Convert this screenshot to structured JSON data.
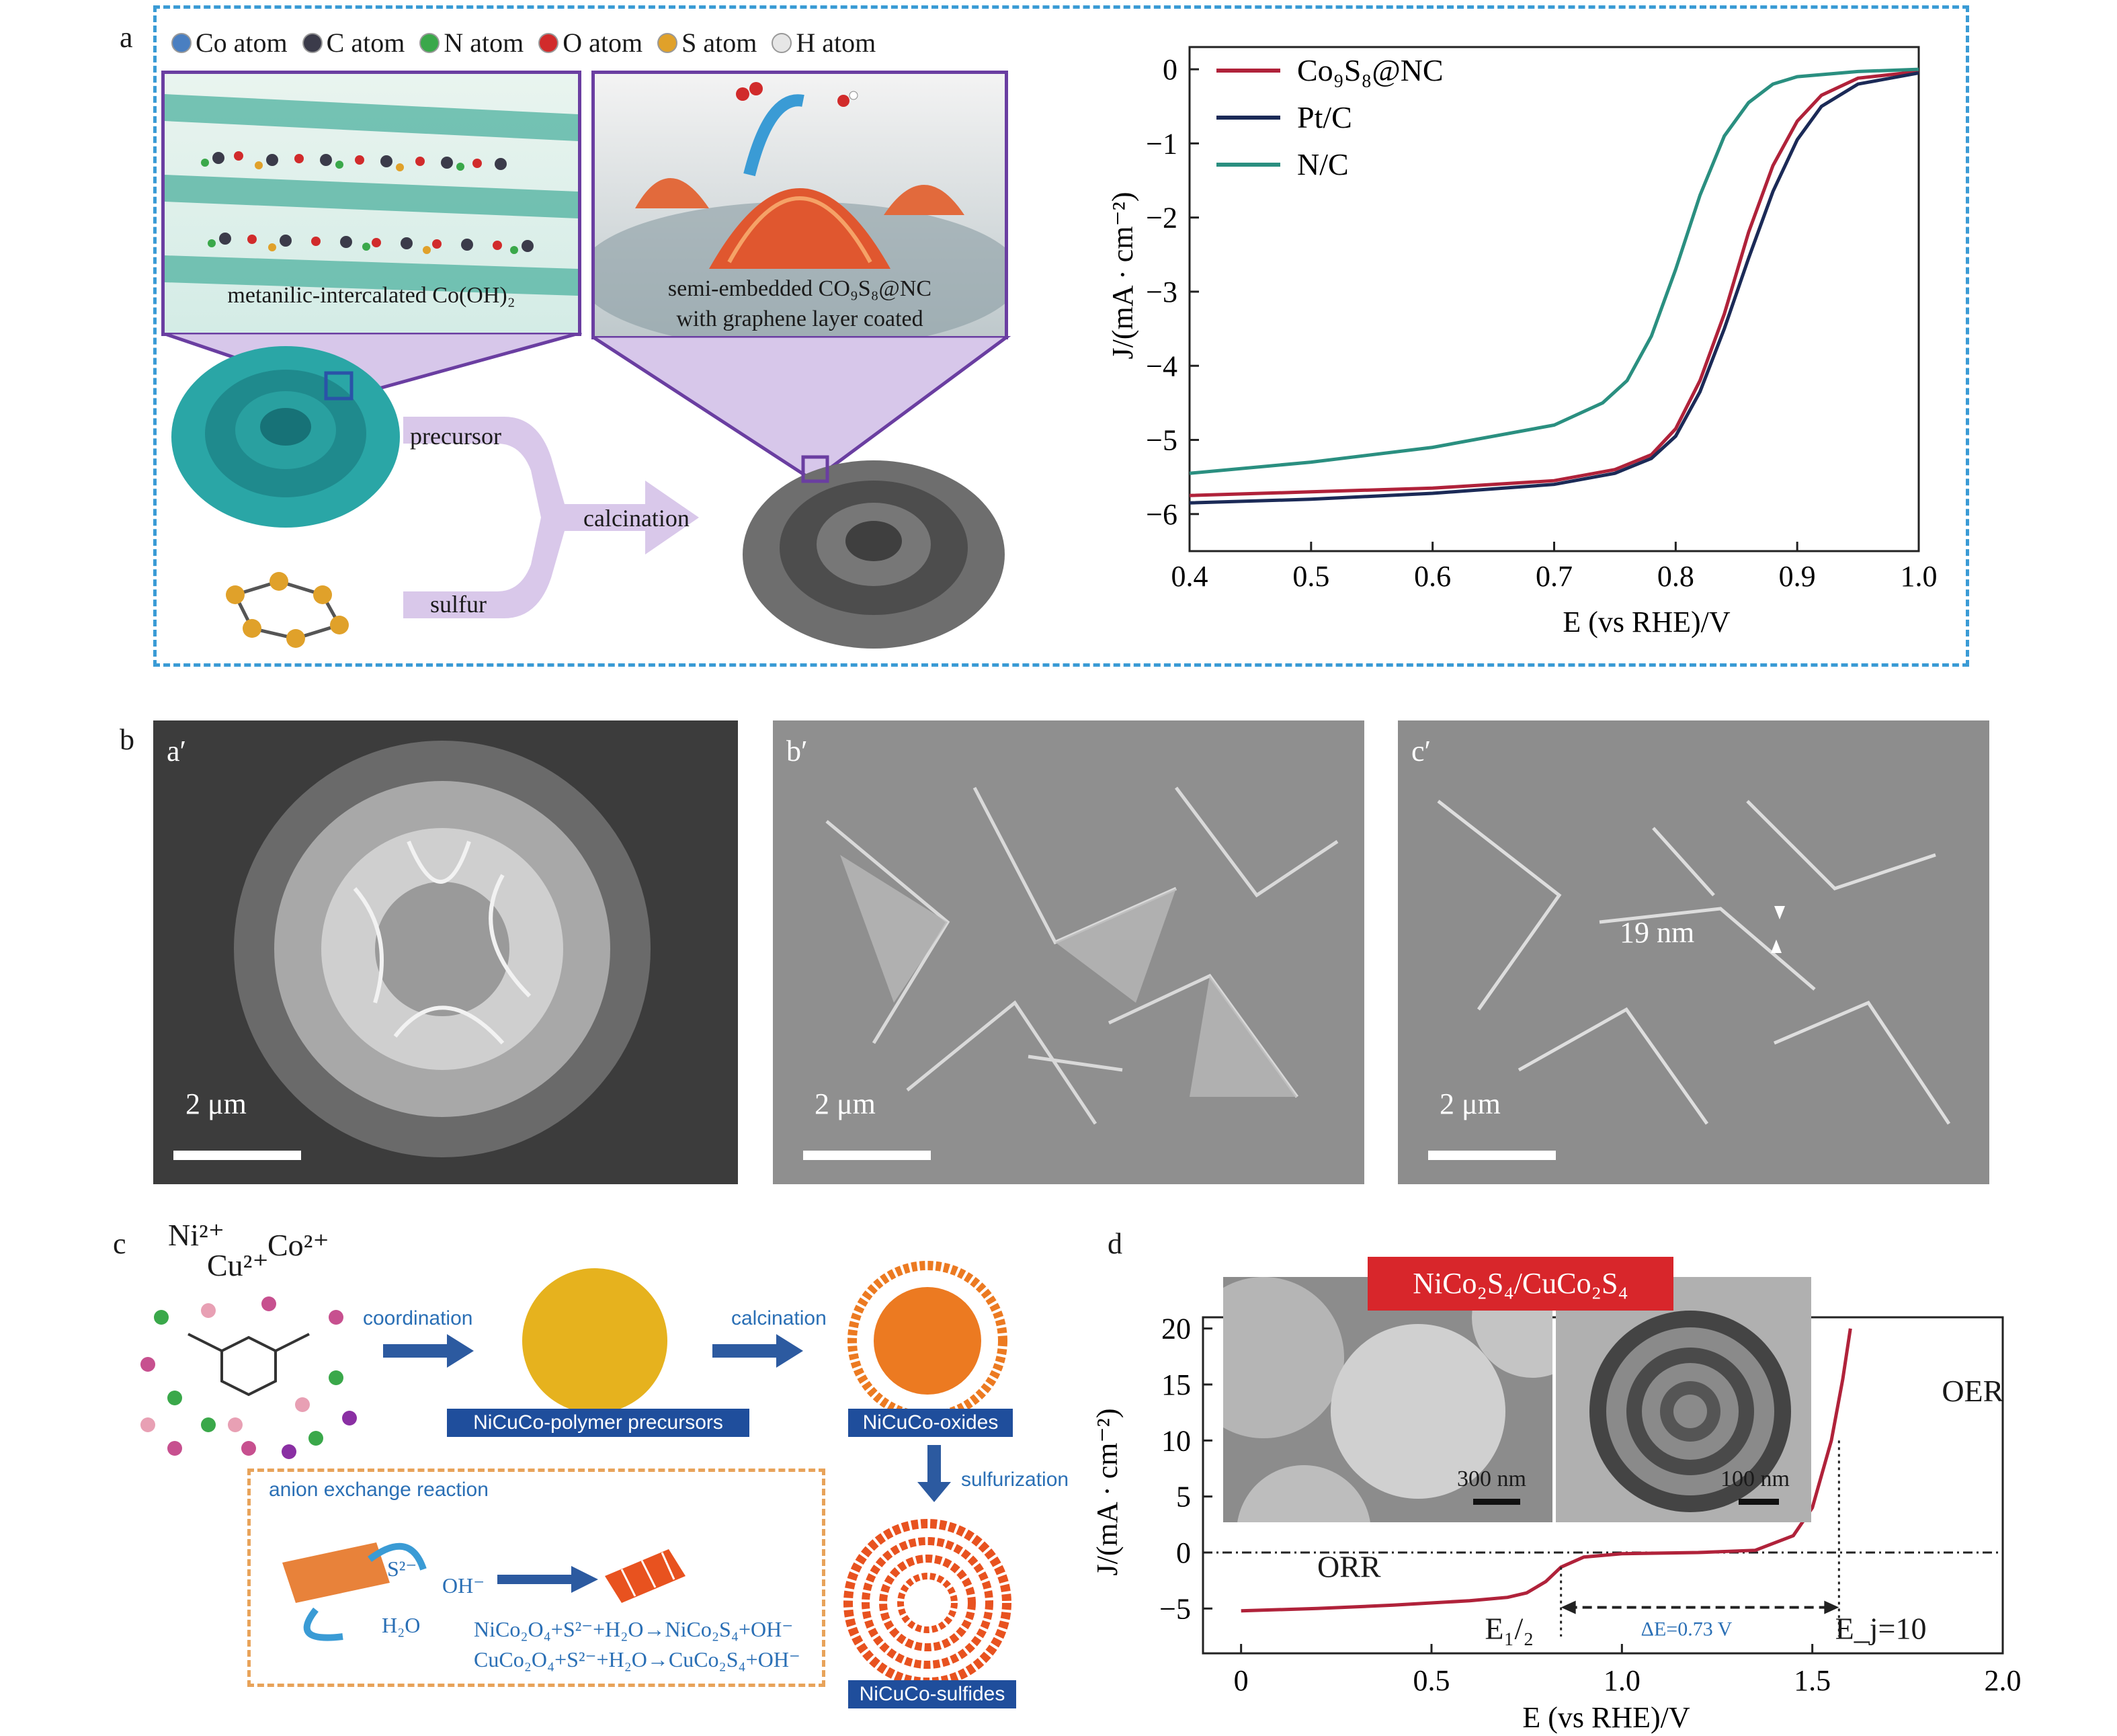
{
  "panels": {
    "a": "a",
    "b": "b",
    "c": "c",
    "d": "d"
  },
  "panel_a": {
    "atom_legend": [
      {
        "label": "Co atom",
        "color": "#4a7fc1"
      },
      {
        "label": "C atom",
        "color": "#3b3b4a"
      },
      {
        "label": "N atom",
        "color": "#3aa84a"
      },
      {
        "label": "O atom",
        "color": "#d12b2b"
      },
      {
        "label": "S atom",
        "color": "#e0a12a"
      },
      {
        "label": "H atom",
        "color": "#e6e6e6"
      }
    ],
    "caption_left": "metanilic-intercalated Co(OH)₂",
    "caption_right_1": "semi-embedded CO₉S₈@NC",
    "caption_right_2": "with graphene layer coated",
    "flow_precursor": "precursor",
    "flow_calcination": "calcination",
    "flow_sulfur": "sulfur"
  },
  "chart_data": [
    {
      "type": "line",
      "xlabel": "E (vs RHE)/V",
      "ylabel": "J/(mA · cm⁻²)",
      "xlim": [
        0.4,
        1.0
      ],
      "ylim": [
        -6.5,
        0.3
      ],
      "xticks": [
        "0.4",
        "0.5",
        "0.6",
        "0.7",
        "0.8",
        "0.9",
        "1.0"
      ],
      "yticks": [
        "0",
        "−1",
        "−2",
        "−3",
        "−4",
        "−5",
        "−6"
      ],
      "legend_position": "top-left",
      "series": [
        {
          "name": "Co₉S₈@NC",
          "color": "#b0223a",
          "x": [
            0.4,
            0.5,
            0.6,
            0.7,
            0.75,
            0.78,
            0.8,
            0.82,
            0.84,
            0.86,
            0.88,
            0.9,
            0.92,
            0.95,
            1.0
          ],
          "y": [
            -5.75,
            -5.7,
            -5.65,
            -5.55,
            -5.4,
            -5.2,
            -4.85,
            -4.2,
            -3.3,
            -2.2,
            -1.3,
            -0.7,
            -0.35,
            -0.12,
            -0.03
          ]
        },
        {
          "name": "Pt/C",
          "color": "#1b2a57",
          "x": [
            0.4,
            0.5,
            0.6,
            0.7,
            0.75,
            0.78,
            0.8,
            0.82,
            0.84,
            0.86,
            0.88,
            0.9,
            0.92,
            0.95,
            1.0
          ],
          "y": [
            -5.85,
            -5.8,
            -5.72,
            -5.6,
            -5.45,
            -5.25,
            -4.95,
            -4.35,
            -3.5,
            -2.55,
            -1.65,
            -0.95,
            -0.5,
            -0.2,
            -0.05
          ]
        },
        {
          "name": "N/C",
          "color": "#2a8f80",
          "x": [
            0.4,
            0.5,
            0.6,
            0.7,
            0.74,
            0.76,
            0.78,
            0.8,
            0.82,
            0.84,
            0.86,
            0.88,
            0.9,
            0.95,
            1.0
          ],
          "y": [
            -5.45,
            -5.3,
            -5.1,
            -4.8,
            -4.5,
            -4.2,
            -3.6,
            -2.7,
            -1.7,
            -0.9,
            -0.45,
            -0.2,
            -0.1,
            -0.03,
            0.0
          ]
        }
      ]
    },
    {
      "type": "line",
      "xlabel": "E (vs RHE)/V",
      "ylabel": "J/(mA · cm⁻²)",
      "xlim": [
        -0.1,
        2.0
      ],
      "ylim": [
        -9,
        21
      ],
      "xticks": [
        "0",
        "0.5",
        "1.0",
        "1.5",
        "2.0"
      ],
      "yticks": [
        "20",
        "15",
        "10",
        "5",
        "0",
        "−5"
      ],
      "annotations": [
        "ORR",
        "OER",
        "E₁/₂",
        "E_j=10",
        "ΔE=0.73 V"
      ],
      "series": [
        {
          "name": "NiCo₂S₄/CuCo₂S₄",
          "color": "#b0223a",
          "x": [
            0,
            0.2,
            0.4,
            0.6,
            0.7,
            0.75,
            0.8,
            0.84,
            0.9,
            1.0,
            1.2,
            1.35,
            1.45,
            1.5,
            1.55,
            1.58,
            1.6
          ],
          "y": [
            -5.2,
            -5.0,
            -4.7,
            -4.3,
            -4.0,
            -3.6,
            -2.6,
            -1.3,
            -0.4,
            -0.1,
            0.0,
            0.2,
            1.5,
            4.0,
            10.0,
            15.5,
            20.0
          ]
        }
      ]
    }
  ],
  "panel_b": {
    "labels": [
      "a′",
      "b′",
      "c′"
    ],
    "scale": "2 μm",
    "thickness": "19 nm"
  },
  "panel_c": {
    "ions": {
      "ni": "Ni²⁺",
      "cu": "Cu²⁺",
      "co": "Co²⁺"
    },
    "coordination": "coordination",
    "calcination": "calcination",
    "sulfurization": "sulfurization",
    "precursors_tag": "NiCuCo-polymer precursors",
    "oxides_tag": "NiCuCo-oxides",
    "sulfides_tag": "NiCuCo-sulfides",
    "anion_exchange": "anion exchange reaction",
    "s2": "S²⁻",
    "oh": "OH⁻",
    "h2o": "H₂O",
    "eq1": "NiCo₂O₄+S²⁻+H₂O→NiCo₂S₄+OH⁻",
    "eq2": "CuCo₂O₄+S²⁻+H₂O→CuCo₂S₄+OH⁻"
  },
  "panel_d": {
    "title_tag": "NiCo₂S₄/CuCo₂S₄",
    "scale1": "300 nm",
    "scale2": "100 nm"
  }
}
